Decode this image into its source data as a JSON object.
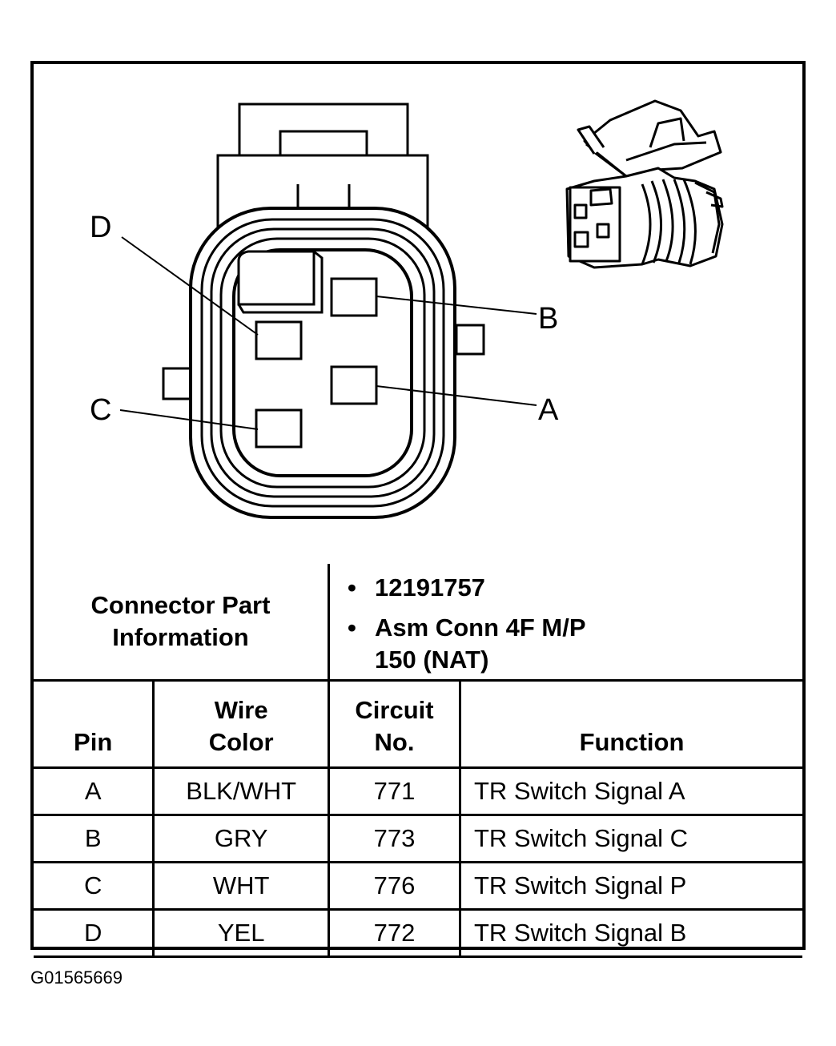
{
  "diagram": {
    "pins": [
      {
        "letter": "D"
      },
      {
        "letter": "B"
      },
      {
        "letter": "C"
      },
      {
        "letter": "A"
      }
    ]
  },
  "connector_info": {
    "label": "Connector Part\nInformation",
    "items": [
      "12191757",
      "Asm Conn 4F M/P\n150 (NAT)"
    ]
  },
  "table": {
    "headers": {
      "pin": "Pin",
      "wire": "Wire\nColor",
      "circuit": "Circuit\nNo.",
      "function": "Function"
    },
    "rows": [
      {
        "pin": "A",
        "wire": "BLK/WHT",
        "circuit": "771",
        "function": "TR Switch Signal A"
      },
      {
        "pin": "B",
        "wire": "GRY",
        "circuit": "773",
        "function": "TR Switch Signal C"
      },
      {
        "pin": "C",
        "wire": "WHT",
        "circuit": "776",
        "function": "TR Switch Signal P"
      },
      {
        "pin": "D",
        "wire": "YEL",
        "circuit": "772",
        "function": "TR Switch Signal B"
      }
    ]
  },
  "figure_id": "G01565669"
}
